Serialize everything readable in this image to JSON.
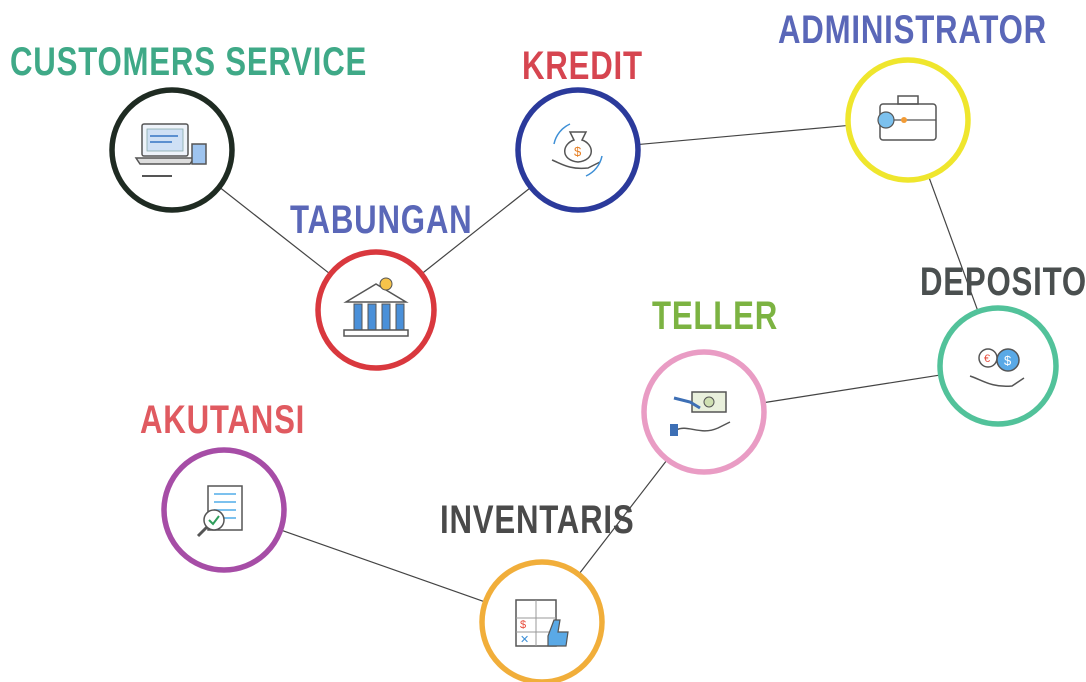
{
  "nodes": [
    {
      "id": "customers-service",
      "label": "CUSTOMERS SERVICE",
      "color": "#3fa987",
      "ring": "#1f2b22",
      "icon": "laptop-coffee-icon"
    },
    {
      "id": "kredit",
      "label": "KREDIT",
      "color": "#d64550",
      "ring": "#2b3a9b",
      "icon": "money-bag-hand-icon"
    },
    {
      "id": "administrator",
      "label": "ADMINISTRATOR",
      "color": "#5a67b8",
      "ring": "#efe62d",
      "icon": "briefcase-icon"
    },
    {
      "id": "tabungan",
      "label": "TABUNGAN",
      "color": "#5a67b8",
      "ring": "#d9383e",
      "icon": "bank-icon"
    },
    {
      "id": "deposito",
      "label": "DEPOSITO",
      "color": "#4a4f4f",
      "ring": "#52c29a",
      "icon": "coins-hand-icon"
    },
    {
      "id": "teller",
      "label": "TELLER",
      "color": "#7cb342",
      "ring": "#e99cc4",
      "icon": "cash-handover-icon"
    },
    {
      "id": "akutansi",
      "label": "AKUTANSI",
      "color": "#e05a60",
      "ring": "#a64da6",
      "icon": "document-magnifier-icon"
    },
    {
      "id": "inventaris",
      "label": "INVENTARIS",
      "color": "#4a4a4a",
      "ring": "#f1ae3a",
      "icon": "checklist-thumbsup-icon"
    }
  ],
  "edges": [
    [
      "customers-service",
      "tabungan"
    ],
    [
      "tabungan",
      "kredit"
    ],
    [
      "kredit",
      "administrator"
    ],
    [
      "administrator",
      "deposito"
    ],
    [
      "deposito",
      "teller"
    ],
    [
      "teller",
      "inventaris"
    ],
    [
      "inventaris",
      "akutansi"
    ]
  ]
}
